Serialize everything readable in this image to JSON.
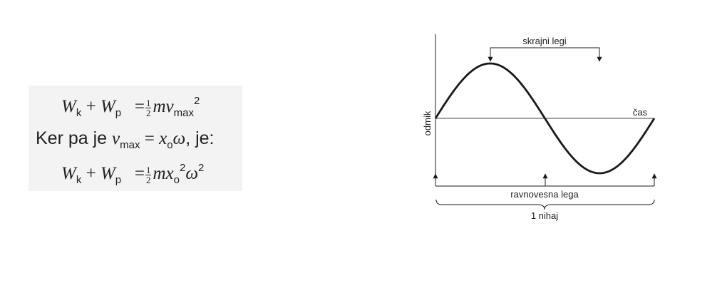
{
  "equations": {
    "eq1": {
      "lhs_w1": "W",
      "lhs_sub1": "k",
      "plus": "+",
      "lhs_w2": "W",
      "lhs_sub2": "p",
      "equals": "=",
      "num": "1",
      "den": "2",
      "rhs_m": "m",
      "rhs_v": "v",
      "rhs_sub": "max",
      "rhs_sup": "2"
    },
    "eq2": {
      "text_pre": "Ker pa je ",
      "v": "v",
      "v_sub": "max",
      "equals": " = ",
      "x": "x",
      "x_sub": "o",
      "omega": "ω",
      "text_post": ", je:"
    },
    "eq3": {
      "lhs_w1": "W",
      "lhs_sub1": "k",
      "plus": "+",
      "lhs_w2": "W",
      "lhs_sub2": "p",
      "equals": "=",
      "num": "1",
      "den": "2",
      "rhs_m": "m",
      "rhs_x": "x",
      "rhs_x_sub": "o",
      "rhs_x_sup": "2",
      "rhs_omega": "ω",
      "rhs_omega_sup": "2"
    }
  },
  "diagram": {
    "label_extremes": "skrajni legi",
    "label_time_axis": "čas",
    "label_displacement_axis": "odmik",
    "label_equilibrium": "ravnovesna lega",
    "label_one_oscillation": "1 nihaj",
    "wave_color": "#1a1a1a",
    "axis_color": "#444444"
  }
}
